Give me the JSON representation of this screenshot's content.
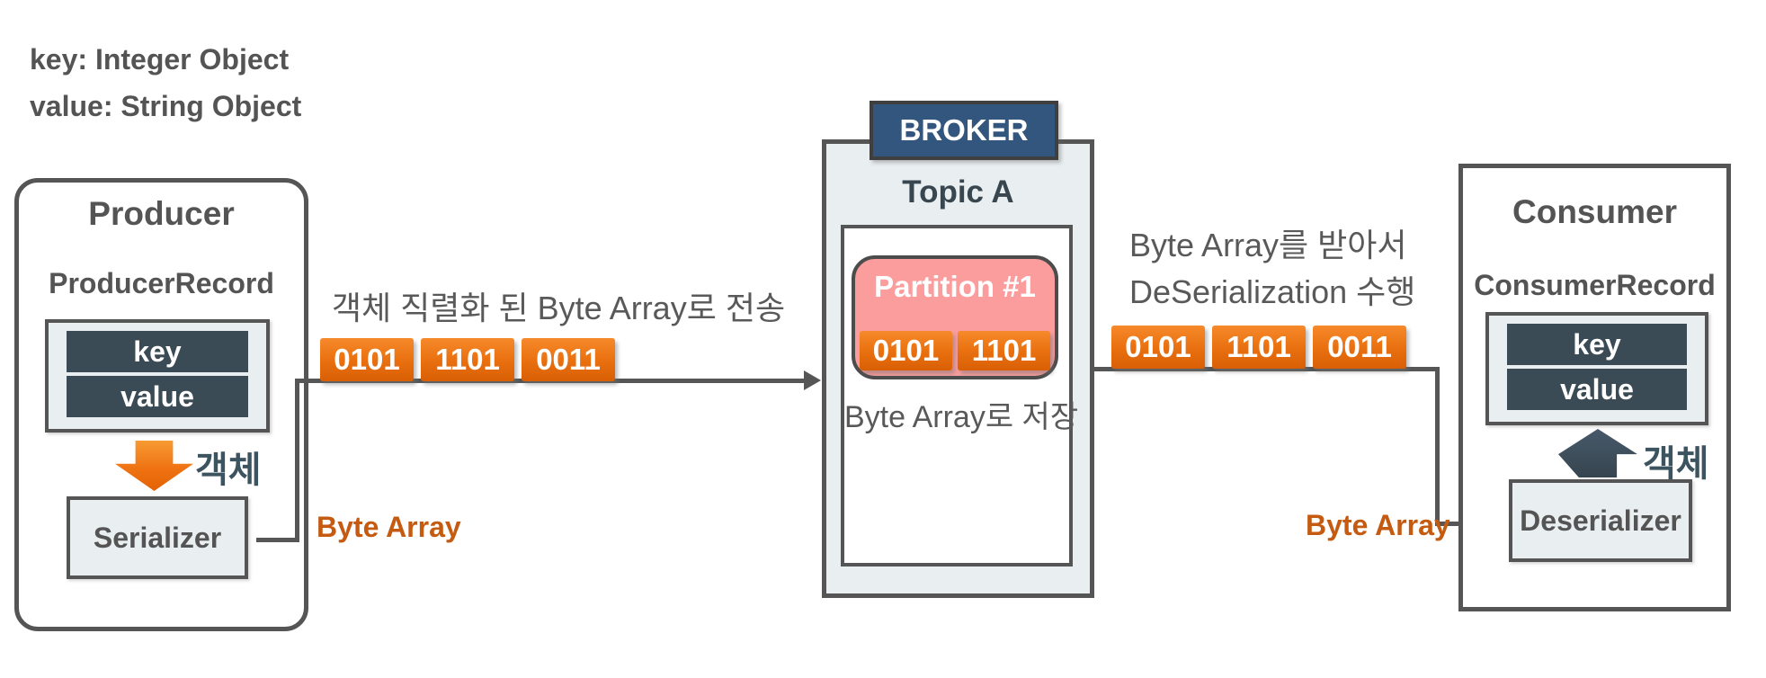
{
  "notes": {
    "key_type": "key: Integer Object",
    "value_type": "value: String Object"
  },
  "producer": {
    "title": "Producer",
    "record_title": "ProducerRecord",
    "fields": [
      "key",
      "value"
    ],
    "object_label": "객체",
    "serializer_label": "Serializer",
    "byte_array_label": "Byte Array"
  },
  "flow_to_broker": {
    "caption": "객체 직렬화 된 Byte Array로 전송",
    "bytes": [
      "0101",
      "1101",
      "0011"
    ]
  },
  "broker": {
    "title": "BROKER",
    "topic_title": "Topic A",
    "partition": {
      "title": "Partition #1",
      "bytes": [
        "0101",
        "1101"
      ]
    },
    "storage_caption": "Byte Array로 저장"
  },
  "flow_to_consumer": {
    "caption_line1": "Byte Array를 받아서",
    "caption_line2": "DeSerialization 수행",
    "bytes": [
      "0101",
      "1101",
      "0011"
    ],
    "byte_array_label": "Byte Array"
  },
  "consumer": {
    "title": "Consumer",
    "record_title": "ConsumerRecord",
    "fields": [
      "key",
      "value"
    ],
    "object_label": "객체",
    "deserializer_label": "Deserializer"
  },
  "colors": {
    "byte_chip_orange": "#E8700E",
    "byte_array_label_orange": "#C55A11",
    "record_field_slate": "#3B4B55",
    "broker_blue": "#33567E",
    "partition_pink": "#FB9D9D",
    "border_gray": "#555555",
    "caption_gray": "#595959",
    "panel_bg": "#E9EEF0"
  }
}
